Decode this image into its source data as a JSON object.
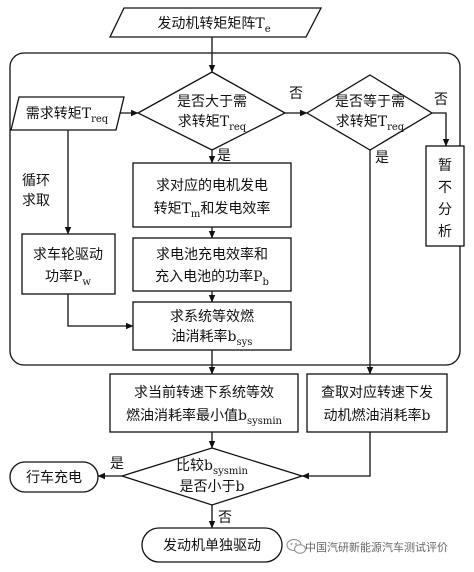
{
  "nodes": {
    "engine_torque_matrix": "发动机转矩矩阵T",
    "engine_torque_matrix_sub": "e",
    "demand_torque": "需求转矩T",
    "demand_torque_sub": "req",
    "greater_decision_1": "是否大于需",
    "greater_decision_2": "求转矩T",
    "greater_decision_sub": "req",
    "equal_decision_1": "是否等于需",
    "equal_decision_2": "求转矩T",
    "equal_decision_sub": "req",
    "no_analysis": [
      "暂",
      "不",
      "分",
      "析"
    ],
    "motor_torque_1": "求对应的电机发电",
    "motor_torque_2a": "转矩T",
    "motor_torque_2_sub": "m",
    "motor_torque_2b": "和发电效率",
    "wheel_power_1": "求车轮驱动",
    "wheel_power_2": "功率P",
    "wheel_power_sub": "w",
    "battery_1": "求电池充电效率和",
    "battery_2": "充入电池的功率P",
    "battery_sub": "b",
    "system_consumption_1": "求系统等效燃",
    "system_consumption_2": "油消耗率b",
    "system_consumption_sub": "sys",
    "min_consumption_1": "求当前转速下系统等效",
    "min_consumption_2": "燃油消耗率最小值b",
    "min_consumption_sub": "sysmin",
    "engine_consumption_1": "查取对应转速下发",
    "engine_consumption_2": "动机燃油消耗率b",
    "compare_decision_1": "比较b",
    "compare_decision_1_sub": "sysmin",
    "compare_decision_2": "是否小于b",
    "driving_charge": "行车充电",
    "engine_only": "发动机单独驱动",
    "loop_label_1": "循环",
    "loop_label_2": "求取"
  },
  "edge_labels": {
    "no_1": "否",
    "no_2": "否",
    "yes_1": "是",
    "yes_2": "是",
    "yes_3": "是",
    "no_3": "否"
  },
  "watermark": "中国汽研新能源汽车测试评价",
  "watermark_icon": "wechat-icon"
}
